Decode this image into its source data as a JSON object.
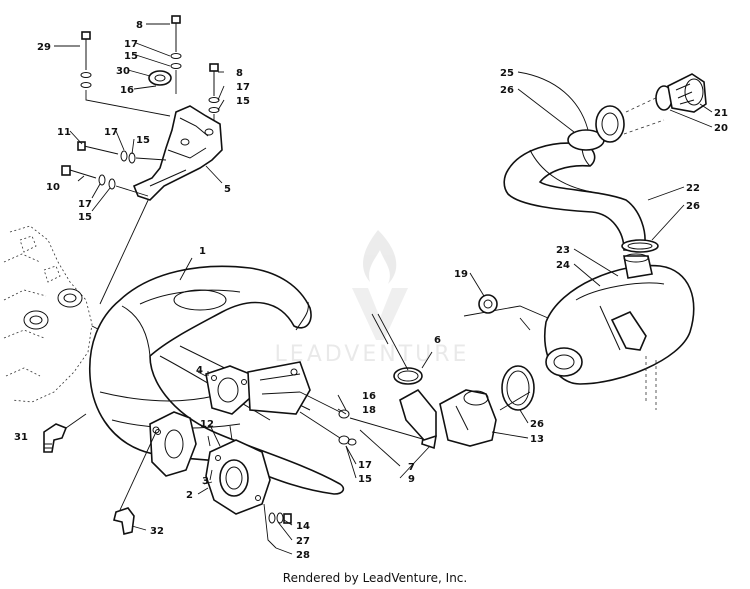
{
  "caption": "Rendered by LeadVenture, Inc.",
  "watermark": {
    "text": "LEADVENTURE"
  },
  "callouts": [
    {
      "label": "29"
    },
    {
      "label": "8"
    },
    {
      "label": "17"
    },
    {
      "label": "15"
    },
    {
      "label": "30"
    },
    {
      "label": "16"
    },
    {
      "label": "8"
    },
    {
      "label": "17"
    },
    {
      "label": "15"
    },
    {
      "label": "11"
    },
    {
      "label": "17"
    },
    {
      "label": "15"
    },
    {
      "label": "10"
    },
    {
      "label": "17"
    },
    {
      "label": "15"
    },
    {
      "label": "5"
    },
    {
      "label": "1"
    },
    {
      "label": "25"
    },
    {
      "label": "26"
    },
    {
      "label": "21"
    },
    {
      "label": "20"
    },
    {
      "label": "22"
    },
    {
      "label": "26"
    },
    {
      "label": "23"
    },
    {
      "label": "24"
    },
    {
      "label": "19"
    },
    {
      "label": "6"
    },
    {
      "label": "4"
    },
    {
      "label": "16"
    },
    {
      "label": "18"
    },
    {
      "label": "31"
    },
    {
      "label": "12"
    },
    {
      "label": "3"
    },
    {
      "label": "2"
    },
    {
      "label": "17"
    },
    {
      "label": "15"
    },
    {
      "label": "7"
    },
    {
      "label": "9"
    },
    {
      "label": "26"
    },
    {
      "label": "13"
    },
    {
      "label": "14"
    },
    {
      "label": "27"
    },
    {
      "label": "28"
    },
    {
      "label": "32"
    }
  ]
}
